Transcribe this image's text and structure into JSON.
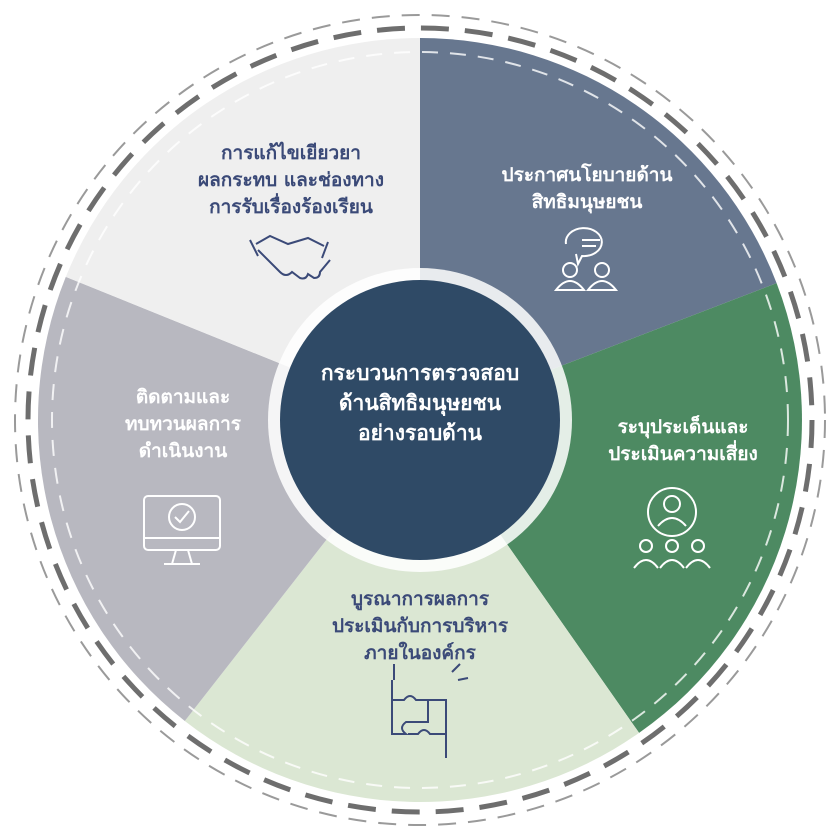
{
  "center": {
    "lines": [
      "กระบวนการตรวจสอบ",
      "ด้านสิทธิมนุษยชน",
      "อย่างรอบด้าน"
    ],
    "color": "#2f4a66"
  },
  "segments": [
    {
      "id": "policy",
      "lines": [
        "ประกาศนโยบายด้าน",
        "สิทธิมนุษยชน"
      ],
      "color": "#67778f",
      "icon": "people-chat-icon"
    },
    {
      "id": "risk",
      "lines": [
        "ระบุประเด็นและ",
        "ประเมินความเสี่ยง"
      ],
      "color": "#4d8a62",
      "icon": "person-focus-icon"
    },
    {
      "id": "integration",
      "lines": [
        "บูรณาการผลการ",
        "ประเมินกับการบริหาร",
        "ภายในองค์กร"
      ],
      "color": "#dbe7d3",
      "icon": "puzzle-hands-icon"
    },
    {
      "id": "monitoring",
      "lines": [
        "ติดตามและ",
        "ทบทวนผลการ",
        "ดำเนินงาน"
      ],
      "color": "#b8b8c0",
      "icon": "monitor-check-icon"
    },
    {
      "id": "remediation",
      "lines": [
        "การแก้ไขเยียวยา",
        "ผลกระทบ และช่องทาง",
        "การรับเรื่องร้องเรียน"
      ],
      "color": "#efefef",
      "icon": "handshake-icon"
    }
  ]
}
